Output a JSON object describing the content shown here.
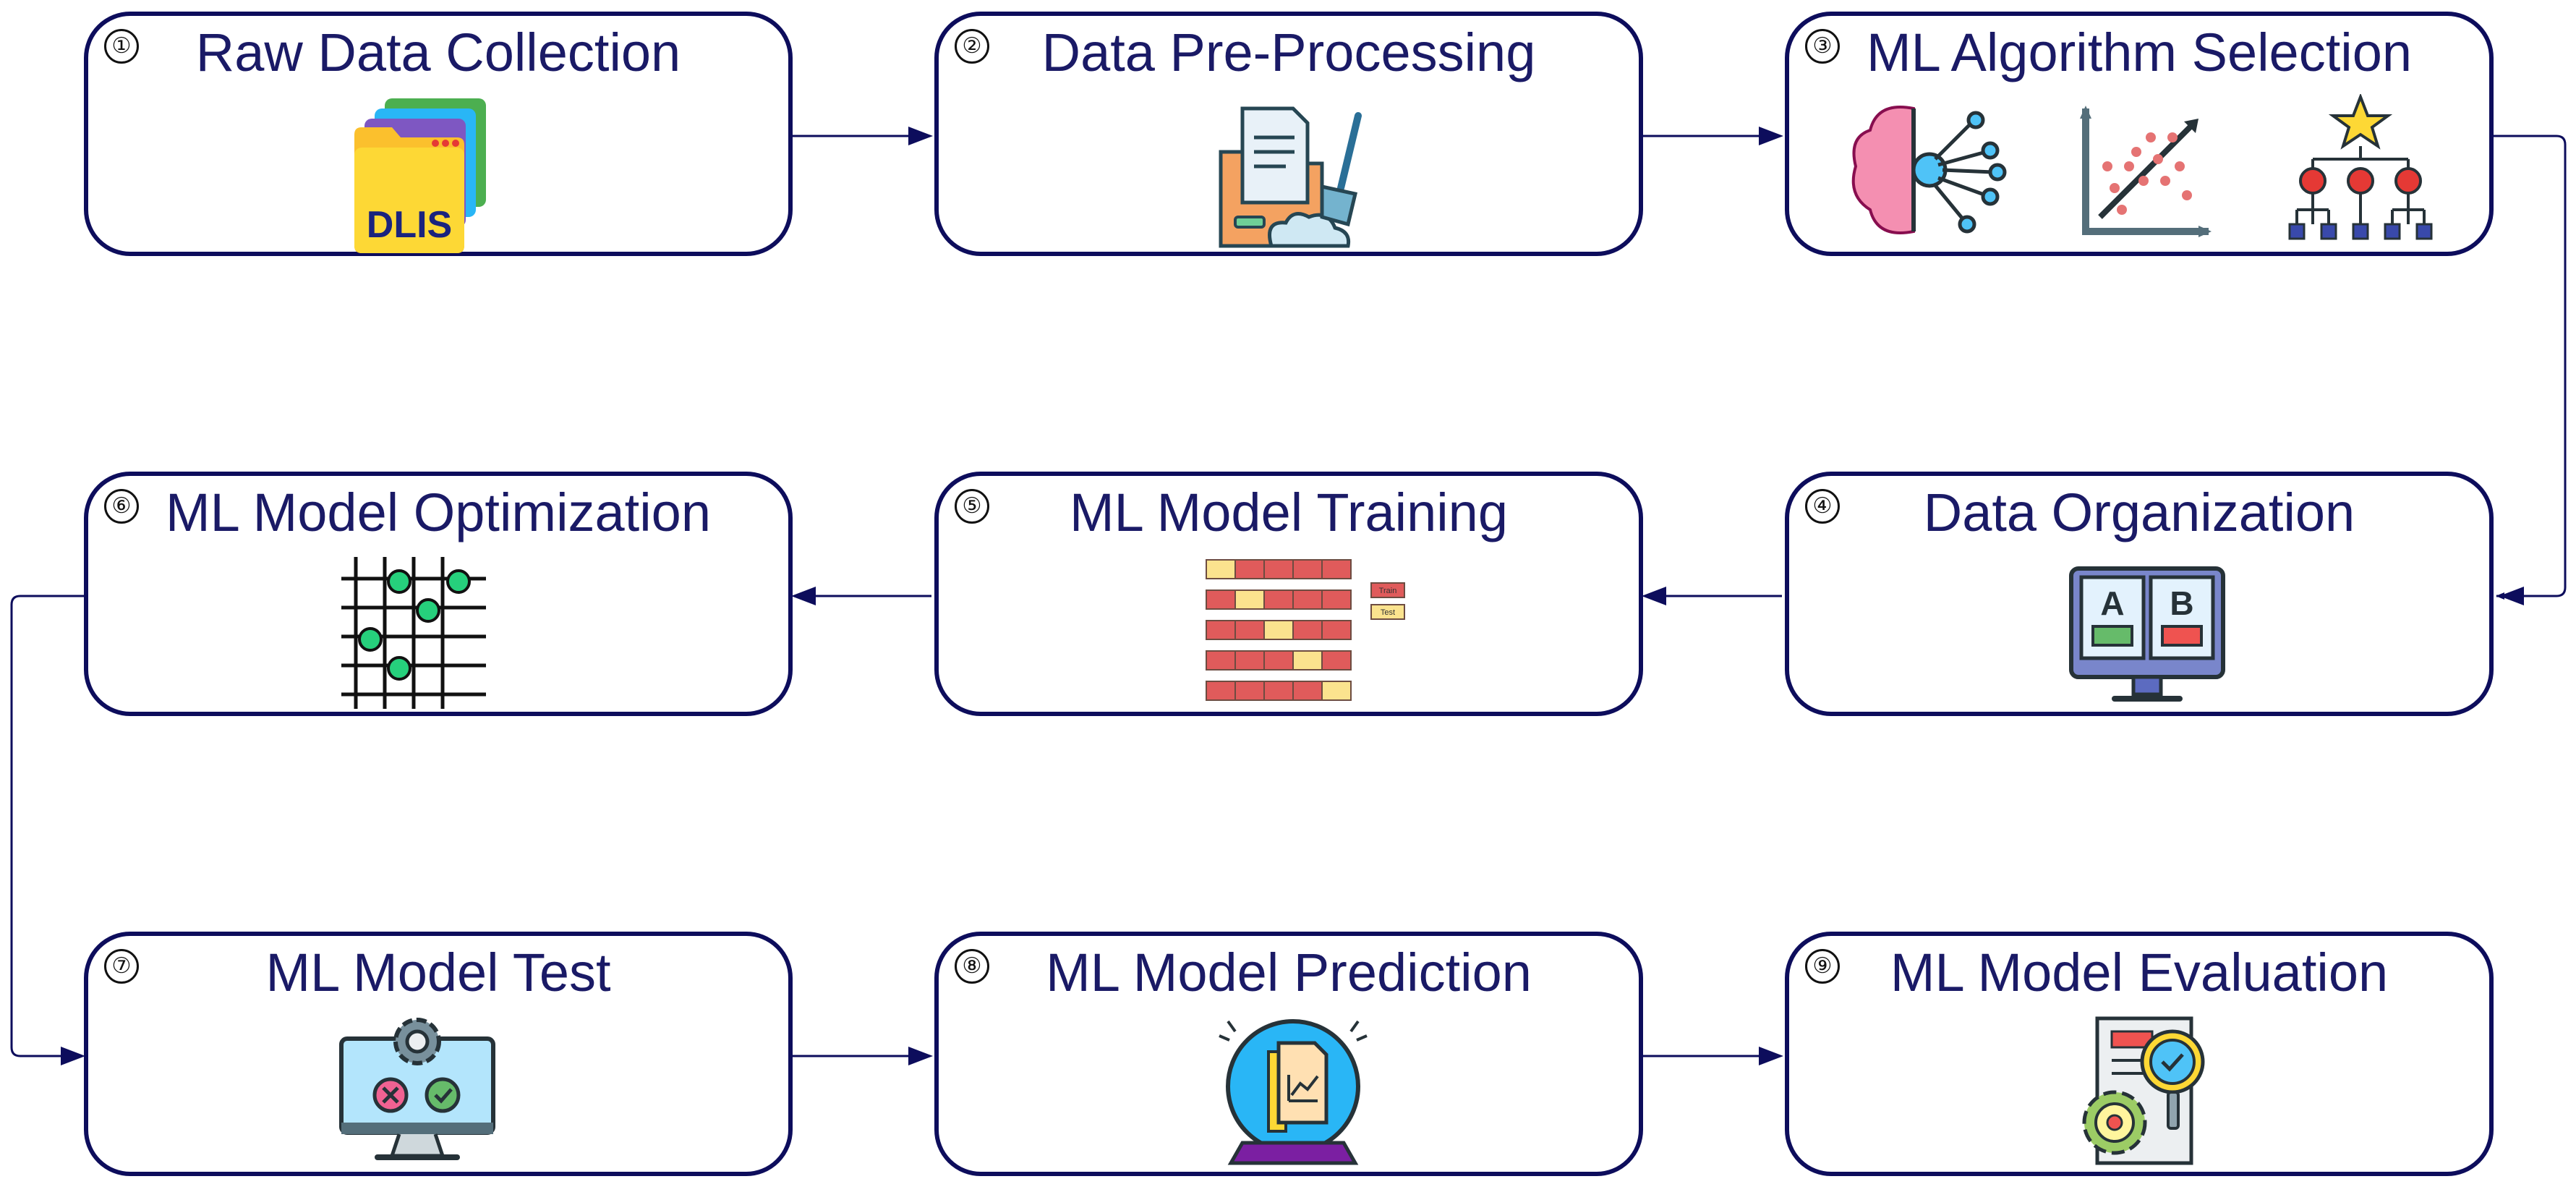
{
  "colors": {
    "stroke": "#0d0d5c",
    "title": "#1a1a66"
  },
  "steps": [
    {
      "num": "①",
      "title": "Raw Data Collection",
      "icon": "dlis-folder-icon",
      "icon_text": "DLIS"
    },
    {
      "num": "②",
      "title": "Data Pre-Processing",
      "icon": "folder-broom-icon"
    },
    {
      "num": "③",
      "title": "ML Algorithm Selection",
      "icons": [
        "brain-circuit-icon",
        "scatter-plot-icon",
        "hierarchy-star-icon"
      ]
    },
    {
      "num": "④",
      "title": "Data Organization",
      "icon": "monitor-ab-icon",
      "icon_labels": [
        "A",
        "B"
      ]
    },
    {
      "num": "⑤",
      "title": "ML Model Training",
      "icon": "train-test-split-icon",
      "icon_labels": [
        "Train",
        "Test"
      ]
    },
    {
      "num": "⑥",
      "title": "ML Model Optimization",
      "icon": "grid-search-icon"
    },
    {
      "num": "⑦",
      "title": "ML Model Test",
      "icon": "monitor-test-icon"
    },
    {
      "num": "⑧",
      "title": "ML Model Prediction",
      "icon": "crystal-ball-icon"
    },
    {
      "num": "⑨",
      "title": "ML Model Evaluation",
      "icon": "evaluation-report-icon"
    }
  ]
}
